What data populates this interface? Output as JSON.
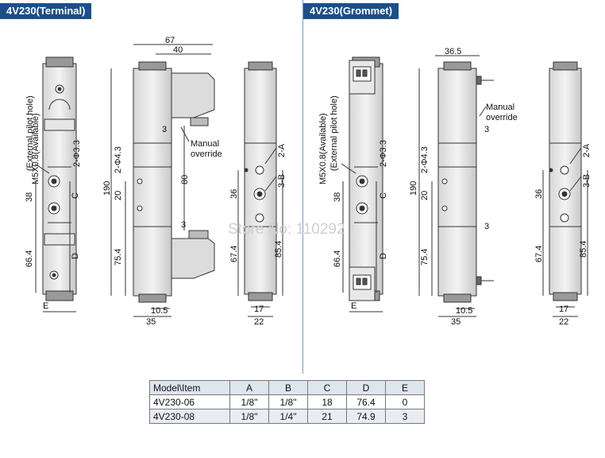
{
  "headers": {
    "terminal": "4V230(Terminal)",
    "grommet": "4V230(Grommet)"
  },
  "watermark": "Store No: 110292",
  "terminal_view": {
    "top_dims": [
      "67",
      "40"
    ],
    "side_labels": [
      "M5X0.8(Available)",
      "(External pilot hole)"
    ],
    "left_dims": [
      "38",
      "66.4"
    ],
    "letters": [
      "C",
      "D",
      "E"
    ],
    "hole_label": "2-Φ3.3",
    "mid_dims": [
      "190",
      "2-Φ4.3",
      "20",
      "75.4",
      "80"
    ],
    "threes": [
      "3",
      "3"
    ],
    "override": [
      "Manual",
      "override"
    ],
    "bottom_dims": [
      "10.5",
      "35"
    ],
    "right_labels": [
      "2-A",
      "3-B"
    ],
    "right_dims": [
      "36",
      "67.4",
      "85.4",
      "17",
      "22"
    ]
  },
  "grommet_view": {
    "side_labels": [
      "M5X0.8(Available)",
      "(External pilot hole)"
    ],
    "left_dims": [
      "38",
      "66.4"
    ],
    "letters": [
      "C",
      "D",
      "E"
    ],
    "hole_label": "2-Φ3.3",
    "top_dim": "36.5",
    "mid_dims": [
      "190",
      "2-Φ4.3",
      "20",
      "75.4"
    ],
    "threes": [
      "3",
      "3"
    ],
    "override": [
      "Manual",
      "override"
    ],
    "bottom_dims": [
      "10.5",
      "35"
    ],
    "right_labels": [
      "2-A",
      "3-B"
    ],
    "right_dims": [
      "36",
      "67.4",
      "85.4",
      "17",
      "22"
    ]
  },
  "table": {
    "header": [
      "Model\\Item",
      "A",
      "B",
      "C",
      "D",
      "E"
    ],
    "rows": [
      [
        "4V230-06",
        "1/8\"",
        "1/8\"",
        "18",
        "76.4",
        "0"
      ],
      [
        "4V230-08",
        "1/8\"",
        "1/4\"",
        "21",
        "74.9",
        "3"
      ]
    ]
  }
}
